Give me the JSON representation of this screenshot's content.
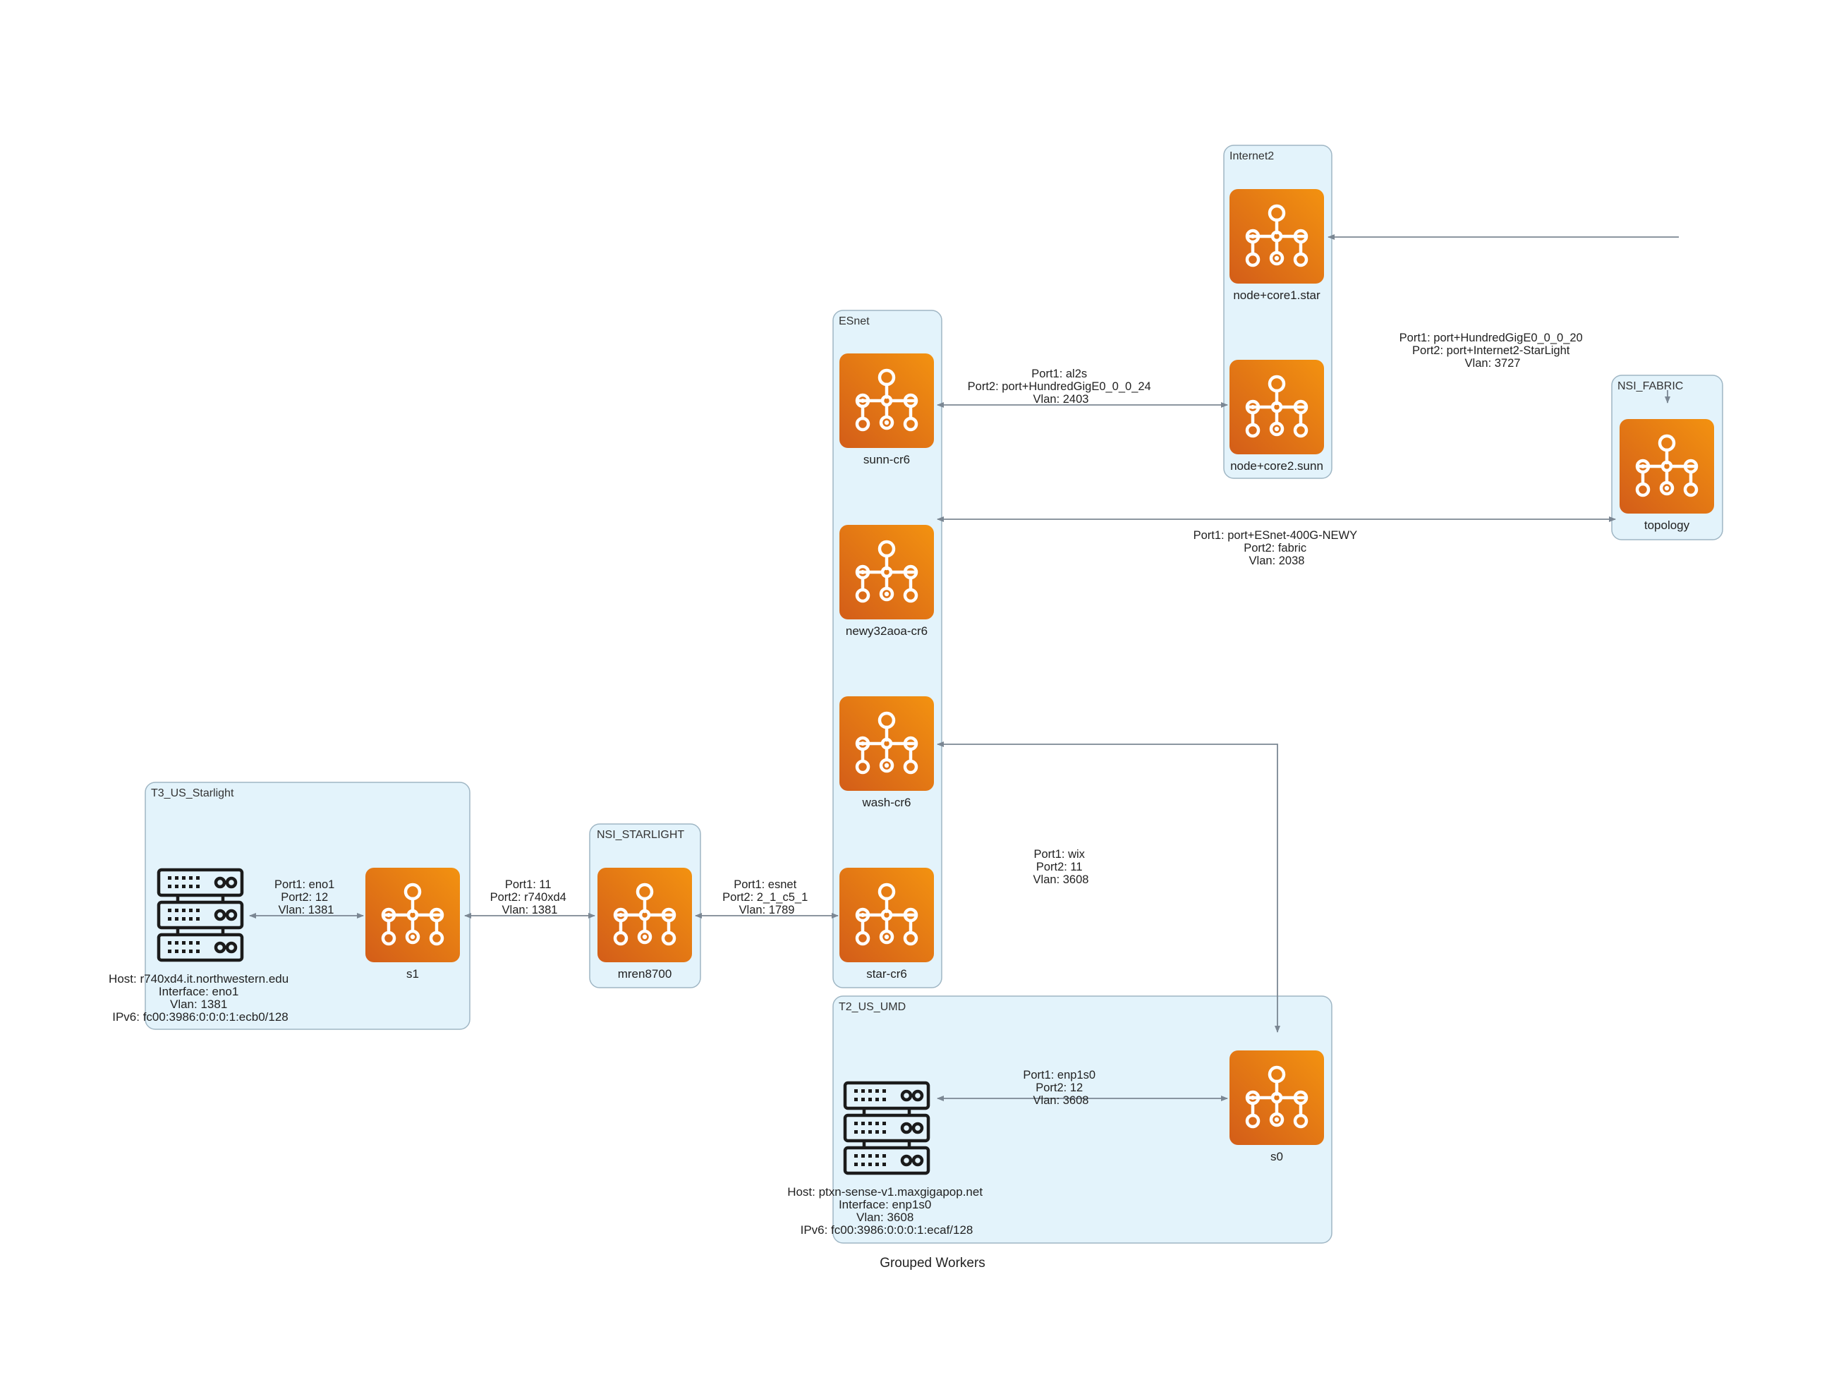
{
  "caption": "Grouped Workers",
  "colors": {
    "group_fill": "#e3f3fb",
    "group_stroke": "#9fb6c4",
    "router_top": "#f39210",
    "router_bottom": "#d35d19",
    "edge": "#7b8793",
    "host_icon": "#1b1b1b"
  },
  "groups": {
    "internet2": {
      "title": "Internet2"
    },
    "esnet": {
      "title": "ESnet"
    },
    "nsi_fabric": {
      "title": "NSI_FABRIC"
    },
    "t3_us_starlight": {
      "title": "T3_US_Starlight"
    },
    "nsi_starlight": {
      "title": "NSI_STARLIGHT"
    },
    "t2_us_umd": {
      "title": "T2_US_UMD"
    }
  },
  "nodes": {
    "core1_star": {
      "label": "node+core1.star",
      "icon": "router-icon"
    },
    "core2_sunn": {
      "label": "node+core2.sunn",
      "icon": "router-icon"
    },
    "sunn_cr6": {
      "label": "sunn-cr6",
      "icon": "router-icon"
    },
    "newy32aoa_cr6": {
      "label": "newy32aoa-cr6",
      "icon": "router-icon"
    },
    "wash_cr6": {
      "label": "wash-cr6",
      "icon": "router-icon"
    },
    "star_cr6": {
      "label": "star-cr6",
      "icon": "router-icon"
    },
    "topology": {
      "label": "topology",
      "icon": "router-icon"
    },
    "s1": {
      "label": "s1",
      "icon": "router-icon"
    },
    "mren8700": {
      "label": "mren8700",
      "icon": "router-icon"
    },
    "s0": {
      "label": "s0",
      "icon": "router-icon"
    },
    "host_starlight": {
      "icon": "server-rack-icon",
      "lines": [
        "Host: r740xd4.it.northwestern.edu",
        "Interface: eno1",
        "Vlan: 1381",
        "IPv6: fc00:3986:0:0:0:1:ecb0/128"
      ]
    },
    "host_umd": {
      "icon": "server-rack-icon",
      "lines": [
        "Host: ptxn-sense-v1.maxgigapop.net",
        "Interface: enp1s0",
        "Vlan: 3608",
        "IPv6: fc00:3986:0:0:0:1:ecaf/128"
      ]
    }
  },
  "edges": {
    "e_internet2_fabric": {
      "lines": [
        "Port1: port+HundredGigE0_0_0_20",
        "Port2: port+Internet2-StarLight",
        "Vlan: 3727"
      ]
    },
    "e_sunn_core2": {
      "lines": [
        "Port1: al2s",
        "Port2: port+HundredGigE0_0_0_24",
        "Vlan: 2403"
      ]
    },
    "e_esnet_topology": {
      "lines": [
        "Port1: port+ESnet-400G-NEWY",
        "Port2: fabric",
        "Vlan: 2038"
      ]
    },
    "e_wash_s0": {
      "lines": [
        "Port1: wix",
        "Port2: 11",
        "Vlan: 3608"
      ]
    },
    "e_host_s1": {
      "lines": [
        "Port1: eno1",
        "Port2: 12",
        "Vlan: 1381"
      ]
    },
    "e_s1_mren": {
      "lines": [
        "Port1: 11",
        "Port2: r740xd4",
        "Vlan: 1381"
      ]
    },
    "e_mren_star": {
      "lines": [
        "Port1: esnet",
        "Port2: 2_1_c5_1",
        "Vlan: 1789"
      ]
    },
    "e_host_s0": {
      "lines": [
        "Port1: enp1s0",
        "Port2: 12",
        "Vlan: 3608"
      ]
    }
  }
}
